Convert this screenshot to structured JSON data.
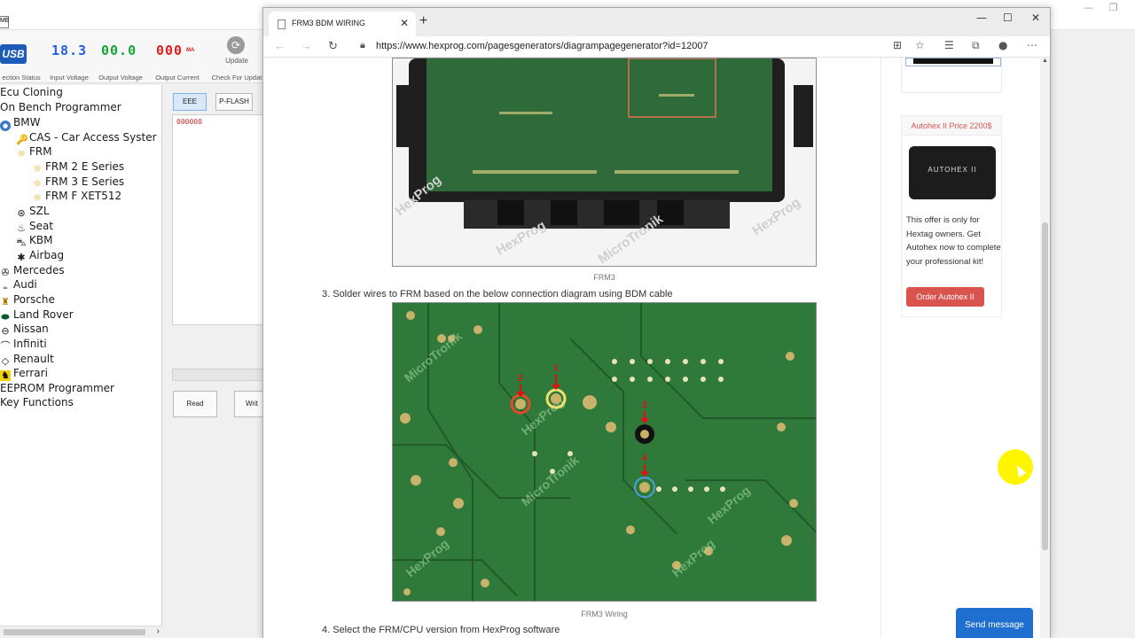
{
  "background_app": {
    "tab_label": "ME",
    "toolbar": {
      "usb_logo_text": "USB",
      "connection_status_label": "ection Status",
      "input_voltage_value": "18.3",
      "input_voltage_label": "Input Voltage",
      "output_voltage_value": "00.0",
      "output_voltage_label": "Output Voltage",
      "output_current_value": "000",
      "output_current_unit": "MA",
      "output_current_label": "Output Current",
      "update_label": "Update",
      "check_updates_label": "Check For Updat"
    },
    "tree": [
      {
        "label": "Ecu Cloning",
        "icon": "none"
      },
      {
        "label": "On Bench Programmer",
        "icon": "none"
      },
      {
        "label": "BMW",
        "icon": "bmw-logo-icon"
      },
      {
        "label": "CAS - Car Access Syster",
        "icon": "car-key-icon"
      },
      {
        "label": "FRM",
        "icon": "sun-icon"
      },
      {
        "label": "FRM 2 E Series",
        "icon": "sun-icon"
      },
      {
        "label": "FRM 3 E Series",
        "icon": "sun-icon"
      },
      {
        "label": "FRM F XET512",
        "icon": "sun-icon"
      },
      {
        "label": "SZL",
        "icon": "steering-wheel-icon"
      },
      {
        "label": "Seat",
        "icon": "seat-icon"
      },
      {
        "label": "KBM",
        "icon": "car-icon"
      },
      {
        "label": "Airbag",
        "icon": "airbag-icon"
      },
      {
        "label": "Mercedes",
        "icon": "mercedes-logo-icon"
      },
      {
        "label": "Audi",
        "icon": "audi-logo-icon"
      },
      {
        "label": "Porsche",
        "icon": "porsche-logo-icon"
      },
      {
        "label": "Land Rover",
        "icon": "land-rover-logo-icon"
      },
      {
        "label": "Nissan",
        "icon": "nissan-logo-icon"
      },
      {
        "label": "Infiniti",
        "icon": "infiniti-logo-icon"
      },
      {
        "label": "Renault",
        "icon": "renault-logo-icon"
      },
      {
        "label": "Ferrari",
        "icon": "ferrari-logo-icon"
      },
      {
        "label": "EEPROM Programmer",
        "icon": "none"
      },
      {
        "label": "Key Functions",
        "icon": "none"
      }
    ],
    "mid": {
      "eee_label": "EEE",
      "pflash_label": "P-FLASH",
      "hex_value": "000000",
      "read_label": "Read",
      "write_label": "Writ"
    }
  },
  "browser": {
    "tab_title": "FRM3 BDM WIRING",
    "url": "https://www.hexprog.com/pagesgenerators/diagrampagegenerator?id=12007",
    "content": {
      "caption_1": "FRM3",
      "step_3": "3. Solder wires to FRM based on the below connection diagram using BDM cable",
      "caption_2": "FRM3 Wiring",
      "step_4": "4. Select the FRM/CPU version from HexProg software",
      "watermarks": [
        "HexProg",
        "MicroTronik"
      ],
      "pin_numbers": [
        "2",
        "1",
        "3",
        "4"
      ]
    },
    "ad": {
      "title": "Autohex II Price 2200$",
      "product_label": "AUTOHEX II",
      "text": "This offer is only for Hextag owners. Get Autohex now to complete your professional kit!",
      "button": "Order Autohex II"
    },
    "chat_button": "Send message"
  },
  "colors": {
    "accent_red": "#d9534f",
    "chat_blue": "#1f6fd1",
    "pcb_green": "#2f7a3a",
    "cursor_highlight": "#fff500"
  }
}
